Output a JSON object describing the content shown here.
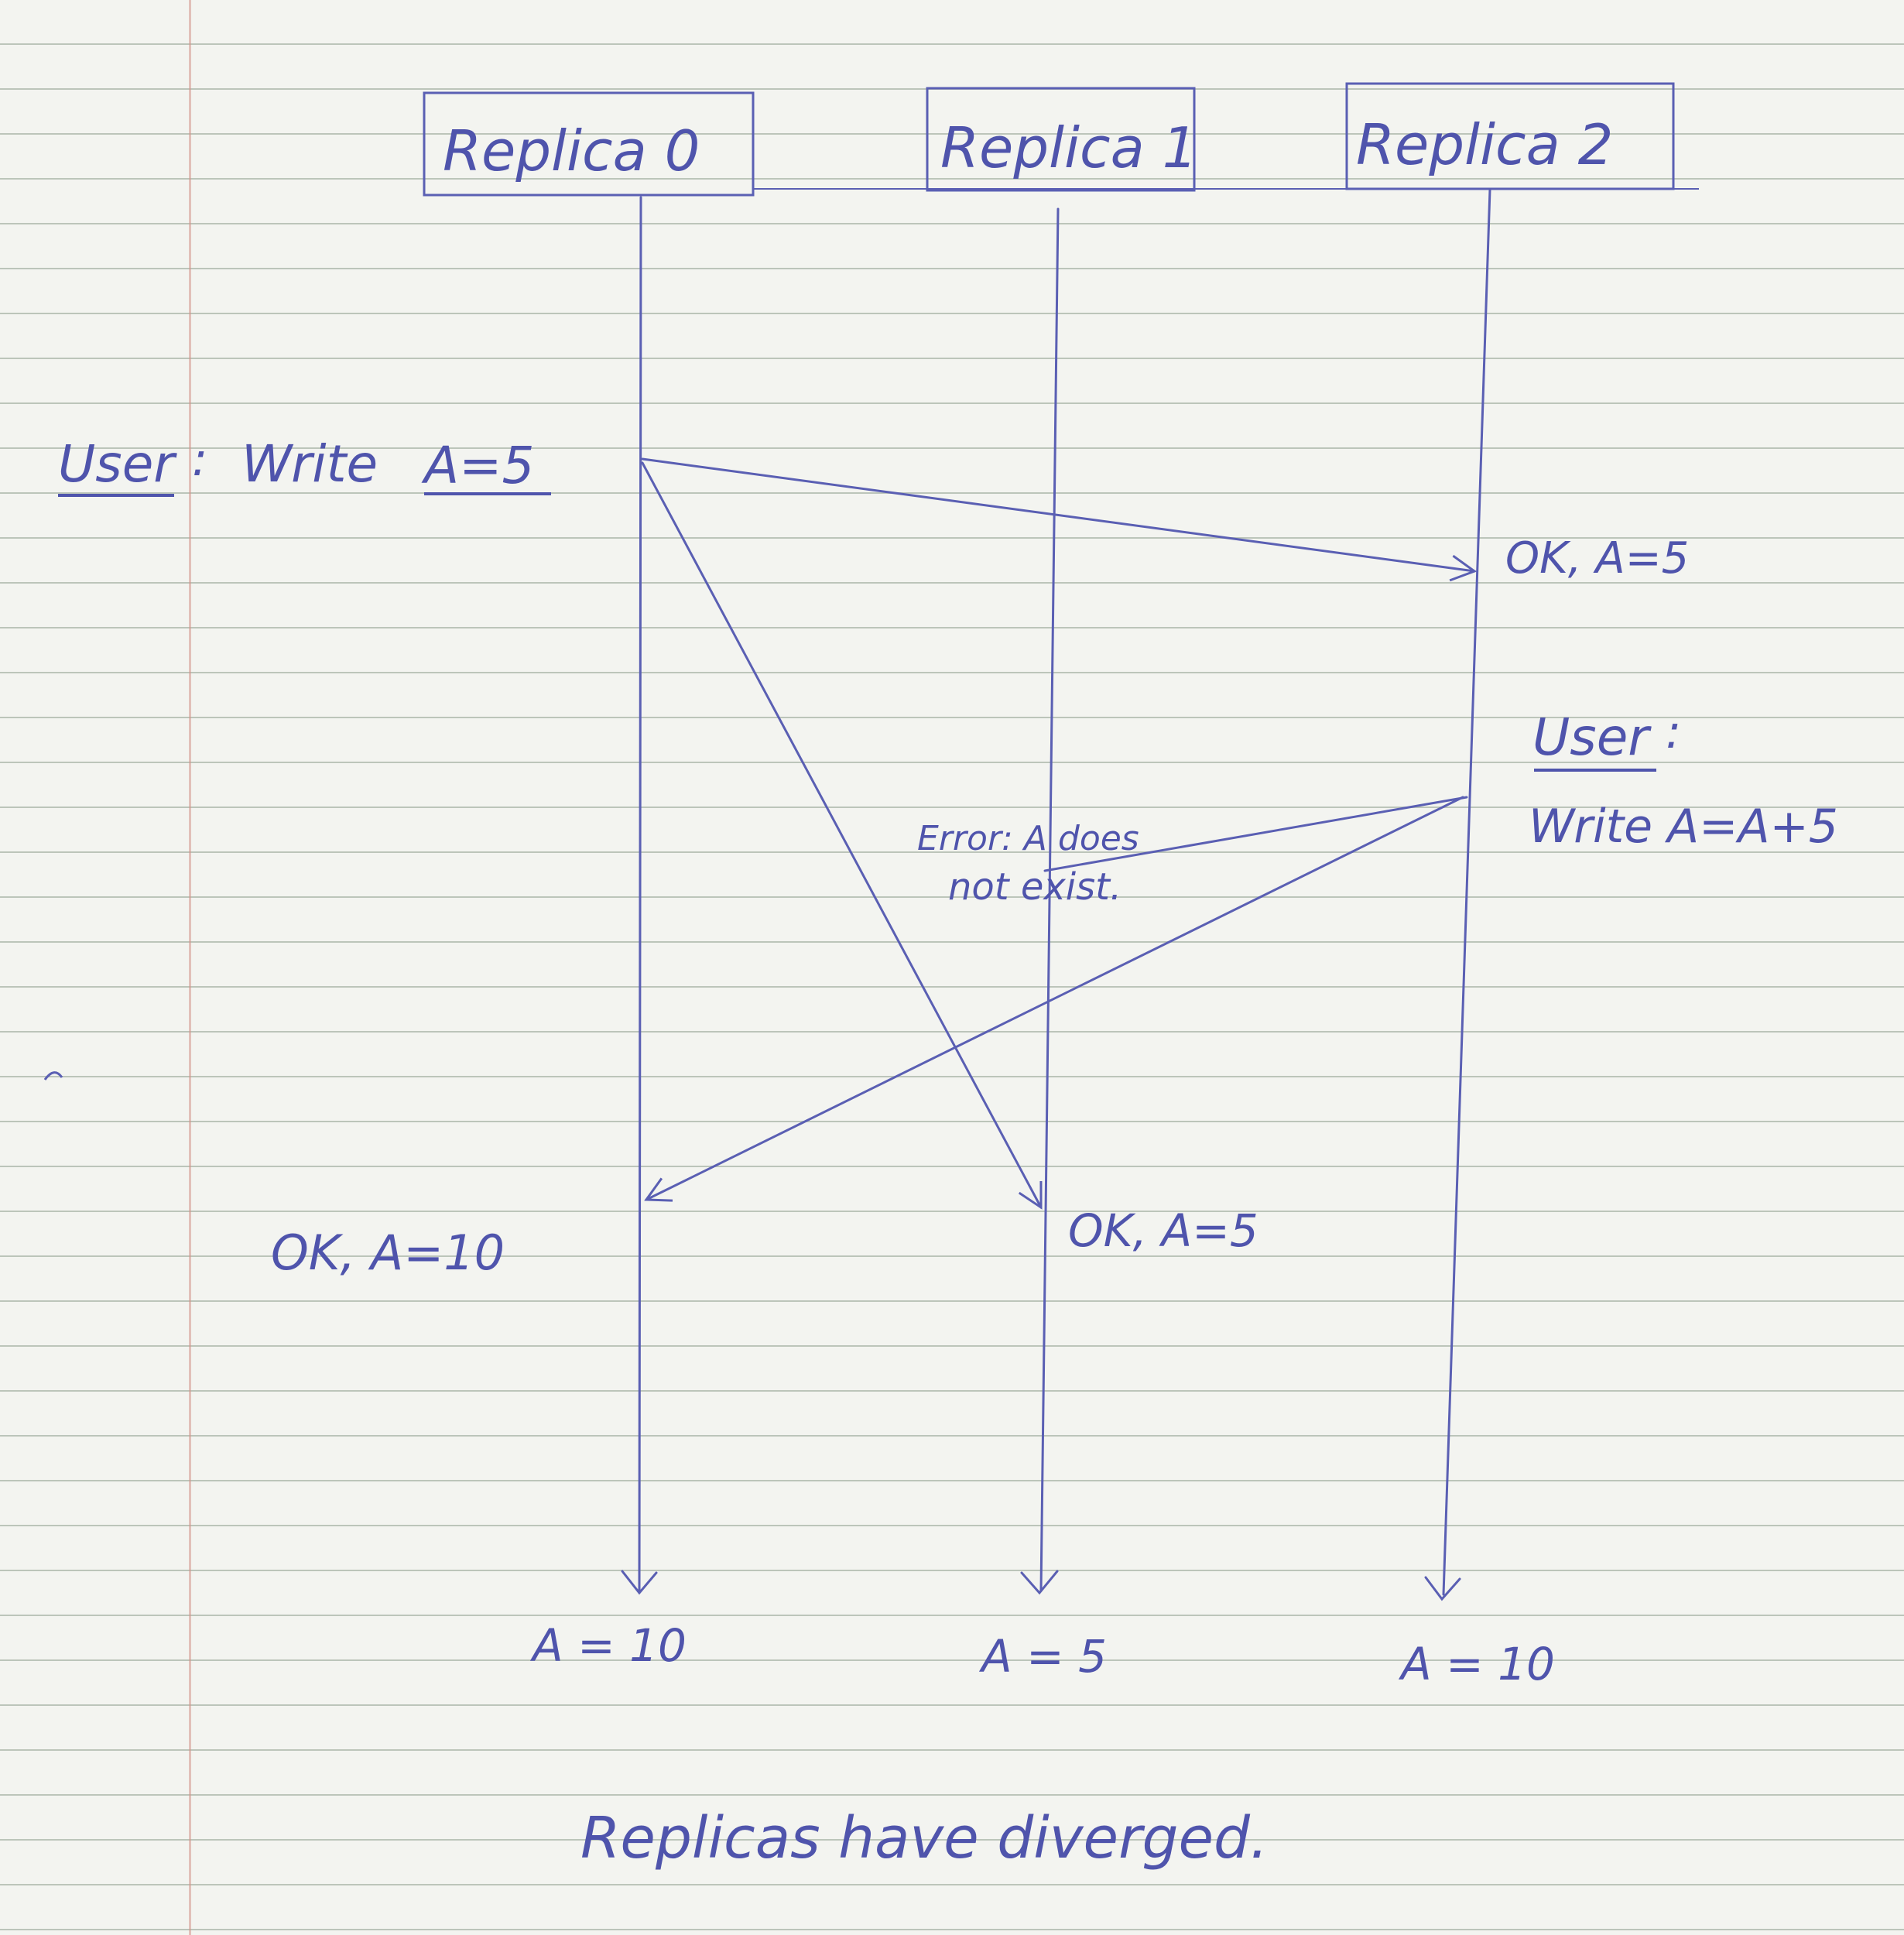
{
  "replicas": [
    {
      "label": "Replica 0",
      "final_value": "A = 10"
    },
    {
      "label": "Replica 1",
      "final_value": "A = 5"
    },
    {
      "label": "Replica 2",
      "final_value": "A = 10"
    }
  ],
  "events": {
    "user_write_1": {
      "prefix": "User",
      "separator": ":",
      "action": "Write",
      "expr": "A=5"
    },
    "user_write_2": {
      "prefix": "User",
      "separator": ":",
      "line2": "Write A=A+5"
    },
    "ack_r2": "OK, A=5",
    "error_r1_line1": "Error: A does",
    "error_r1_line2": "not exist.",
    "ack_r1": "OK, A=5",
    "ack_r0": "OK, A=10"
  },
  "conclusion": "Replicas have diverged.",
  "colors": {
    "ink": "#4f54ac",
    "paper": "#f3f4f0",
    "rule": "#8ea08e",
    "margin": "#d2968c"
  }
}
